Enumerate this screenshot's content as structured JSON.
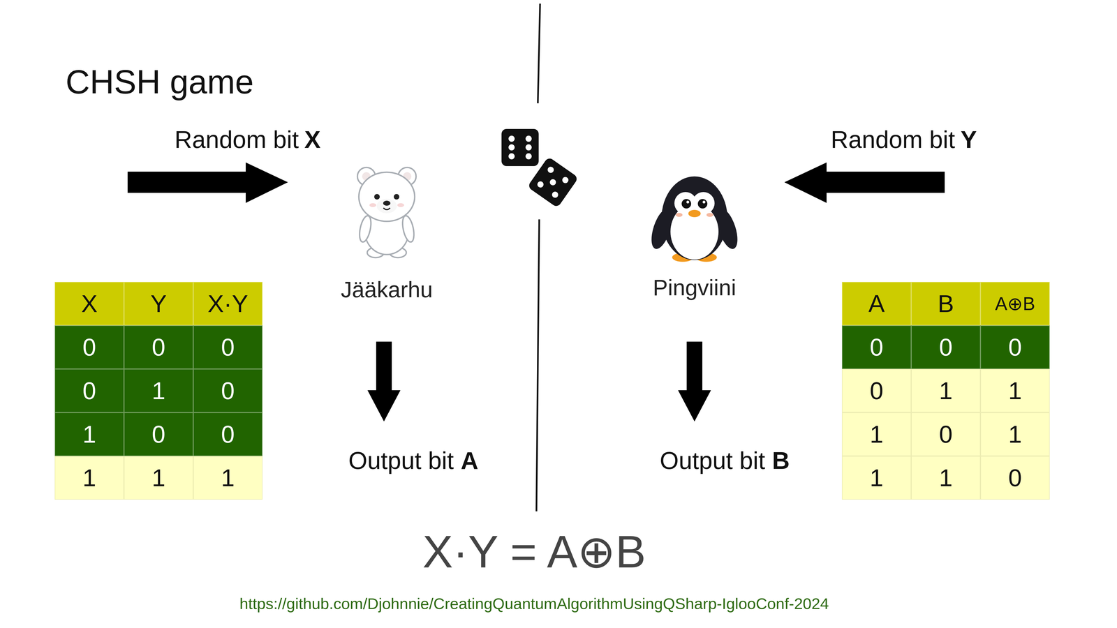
{
  "diagram": {
    "title": "CHSH game",
    "labels": [
      "Random bit",
      "X",
      "Random bit",
      "Y",
      "Jääkarhu",
      "Pingviini",
      "X",
      "Y",
      "X·Y",
      "0",
      "0",
      "0",
      "0",
      "1",
      "0",
      "1",
      "0",
      "0",
      "1",
      "1",
      "1",
      "A",
      "B",
      "A⊕B",
      "0",
      "0",
      "0",
      "0",
      "1",
      "1",
      "1",
      "0",
      "1",
      "1",
      "1",
      "0",
      "Output bit",
      "A",
      "Output bit",
      "B",
      "X·Y = A⊕B",
      "https://github.com/Djohnnie/CreatingQuantumAlgorithmUsingQSharp-IglooConf-2024"
    ]
  }
}
